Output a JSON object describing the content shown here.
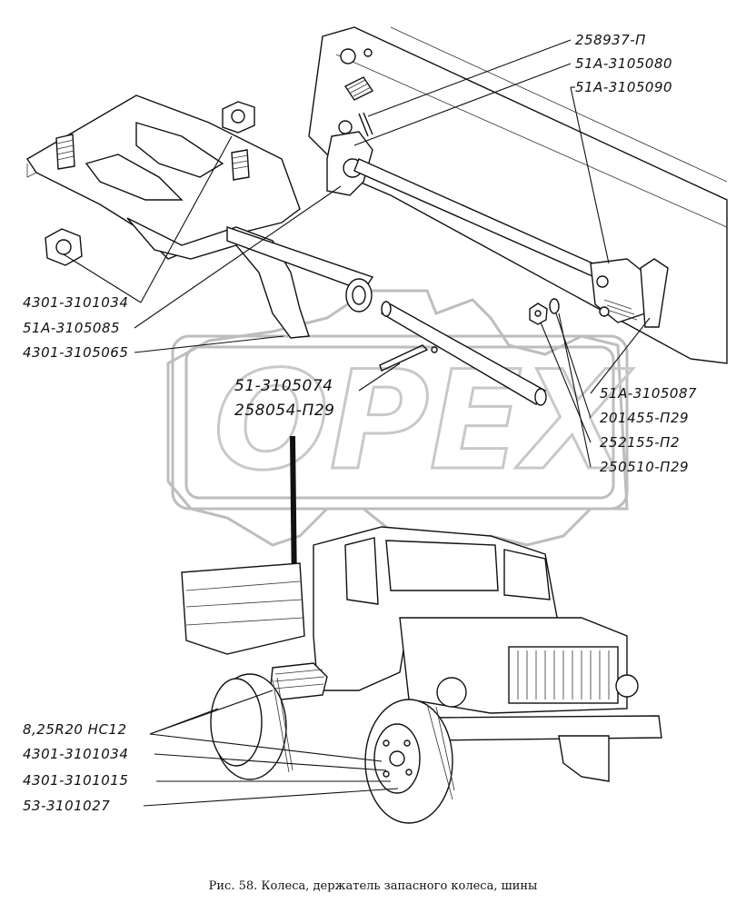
{
  "watermark": {
    "text": "OPEX"
  },
  "caption": "Рис. 58. Колеса, держатель запасного колеса, шины",
  "callouts": {
    "top_right": [
      "258937-П",
      "51А-3105080",
      "51А-3105090"
    ],
    "left_upper": [
      "4301-3101034",
      "51А-3105085",
      "4301-3105065"
    ],
    "center": [
      "51-3105074",
      "258054-П29"
    ],
    "right_mid": [
      "51А-3105087",
      "201455-П29",
      "252155-П2",
      "250510-П29"
    ],
    "left_lower": [
      "8,25R20 НС12",
      "4301-3101034",
      "4301-3101015",
      "53-3101027"
    ]
  }
}
